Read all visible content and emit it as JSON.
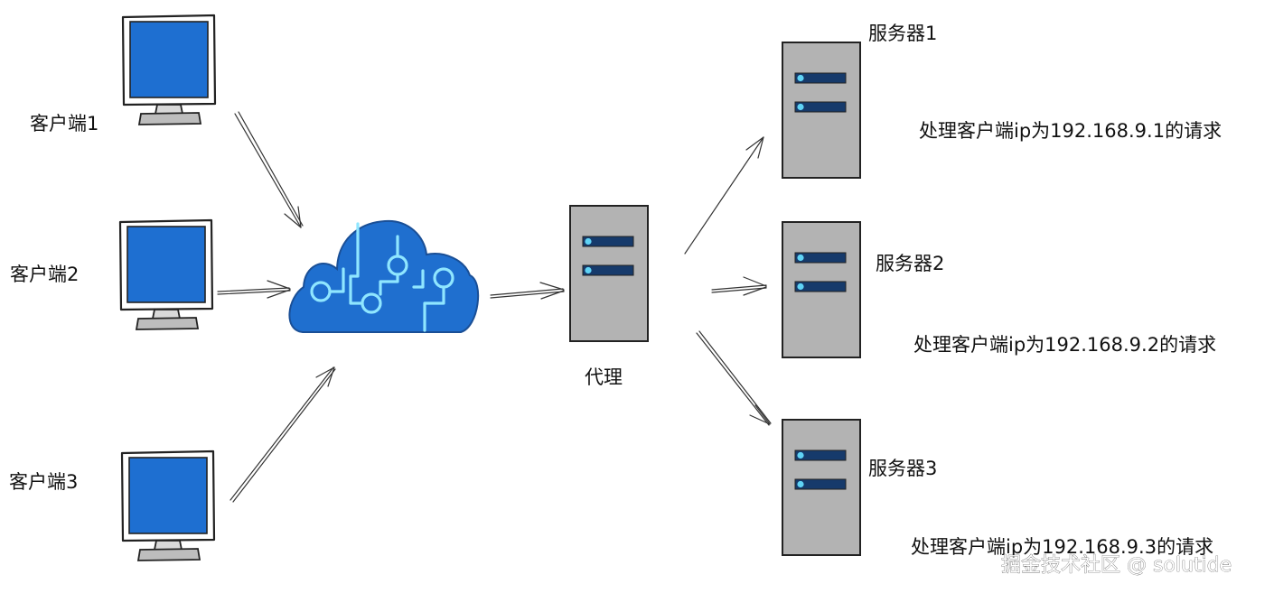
{
  "clients": [
    {
      "label": "客户端1"
    },
    {
      "label": "客户端2"
    },
    {
      "label": "客户端3"
    }
  ],
  "proxy": {
    "label": "代理"
  },
  "servers": [
    {
      "label": "服务器1",
      "note": "处理客户端ip为192.168.9.1的请求"
    },
    {
      "label": "服务器2",
      "note": "处理客户端ip为192.168.9.2的请求"
    },
    {
      "label": "服务器3",
      "note": "处理客户端ip为192.168.9.3的请求"
    }
  ],
  "watermark": "掘金技术社区 @ solutide",
  "colors": {
    "monitor_screen": "#1e6fd1",
    "monitor_frame": "#ffffff",
    "cloud_fill": "#1f6fcf",
    "cloud_circuit": "#8fe6ff",
    "server_fill": "#b3b3b3",
    "server_slot": "#163a6b",
    "server_led": "#5fd3f5",
    "outline": "#222222",
    "arrow": "#333333"
  },
  "icons": [
    "monitor-icon",
    "cloud-network-icon",
    "server-icon"
  ]
}
